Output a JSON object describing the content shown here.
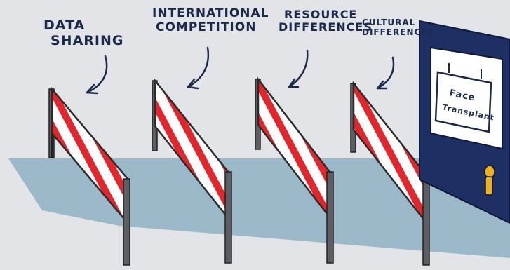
{
  "labels": [
    {
      "lines": [
        "Data",
        "Sharing"
      ]
    },
    {
      "lines": [
        "International",
        "Competition"
      ]
    },
    {
      "lines": [
        "Resource",
        "Differences"
      ]
    },
    {
      "lines": [
        "Cultural",
        "Differences"
      ]
    }
  ],
  "door_sign": {
    "lines": [
      "Face",
      "Transplant"
    ]
  },
  "colors": {
    "background": "#e2e4e8",
    "floor": "#9cb9c9",
    "barrier_stripe": "#e3262b",
    "barrier_white": "#ffffff",
    "post": "#5c5e63",
    "door": "#1d2f63",
    "ink": "#1b2a4a",
    "door_handle": "#f2b21b"
  },
  "icons": [
    "barrier-icon",
    "door-icon",
    "arrow-icon"
  ]
}
